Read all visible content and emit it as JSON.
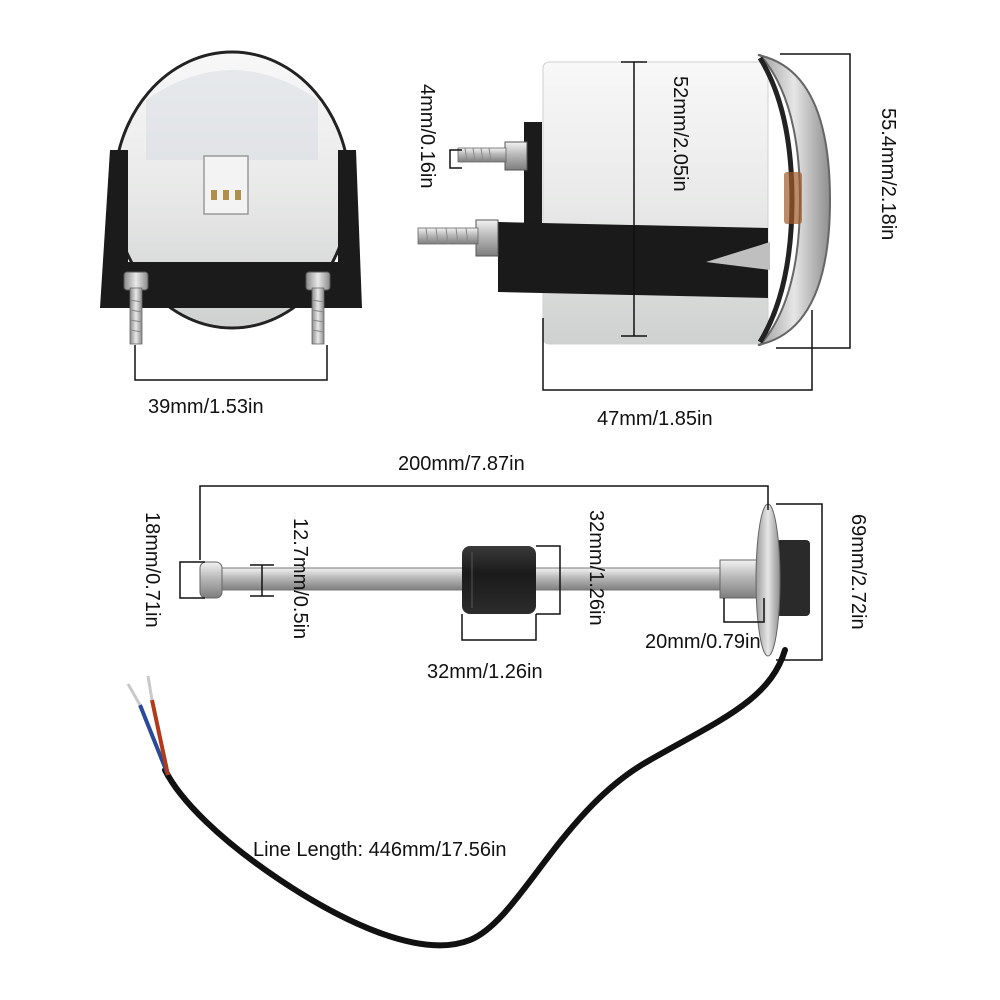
{
  "views": {
    "back": {
      "stud_spacing": "39mm/1.53in"
    },
    "side": {
      "stud_diameter": "4mm/0.16in",
      "body_diameter": "52mm/2.05in",
      "bezel_diameter": "55.4mm/2.18in",
      "depth": "47mm/1.85in"
    },
    "sender": {
      "total_length": "200mm/7.87in",
      "end_cap_diameter": "18mm/0.71in",
      "rod_diameter": "12.7mm/0.5in",
      "float_height": "32mm/1.26in",
      "float_width": "32mm/1.26in",
      "collar_diameter": "20mm/0.79in",
      "flange_diameter": "69mm/2.72in",
      "line_length": "Line Length: 446mm/17.56in"
    }
  },
  "colors": {
    "gauge_body": "#ebeceb",
    "bracket": "#1a1a1a",
    "bezel": "#b9b9b9",
    "cable": "#111111",
    "float": "#1f1f1f",
    "rod": "#d5d5d5"
  }
}
